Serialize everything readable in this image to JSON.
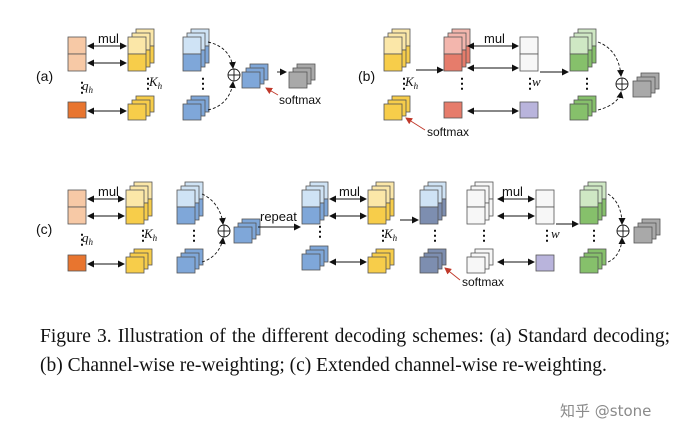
{
  "labels": {
    "panel_a": "(a)",
    "panel_b": "(b)",
    "panel_c": "(c)",
    "mul": "mul",
    "repeat": "repeat",
    "softmax": "softmax",
    "q_h": "q",
    "q_h_sub": "h",
    "k_h": "K",
    "k_h_sub": "h",
    "w": "w",
    "dots": "⋮"
  },
  "caption": "Figure 3. Illustration of the different decoding schemes: (a) Standard decoding; (b) Channel-wise re-weighting; (c) Extended channel-wise re-weighting.",
  "watermark": "知乎 @stone",
  "colors": {
    "orange_light": "#f7c9a6",
    "orange": "#e8752f",
    "yellow_light": "#fbe7a8",
    "yellow": "#f7cd4a",
    "blue_light": "#cfe3f5",
    "blue": "#7fa7d9",
    "gray": "#a9a9a9",
    "red_light": "#f3b6ad",
    "red": "#e67c6b",
    "white": "#f7f7f7",
    "purple": "#b9b4dc",
    "green_light": "#cfe8c4",
    "green": "#86c06b",
    "navy": "#7d8eb0"
  }
}
